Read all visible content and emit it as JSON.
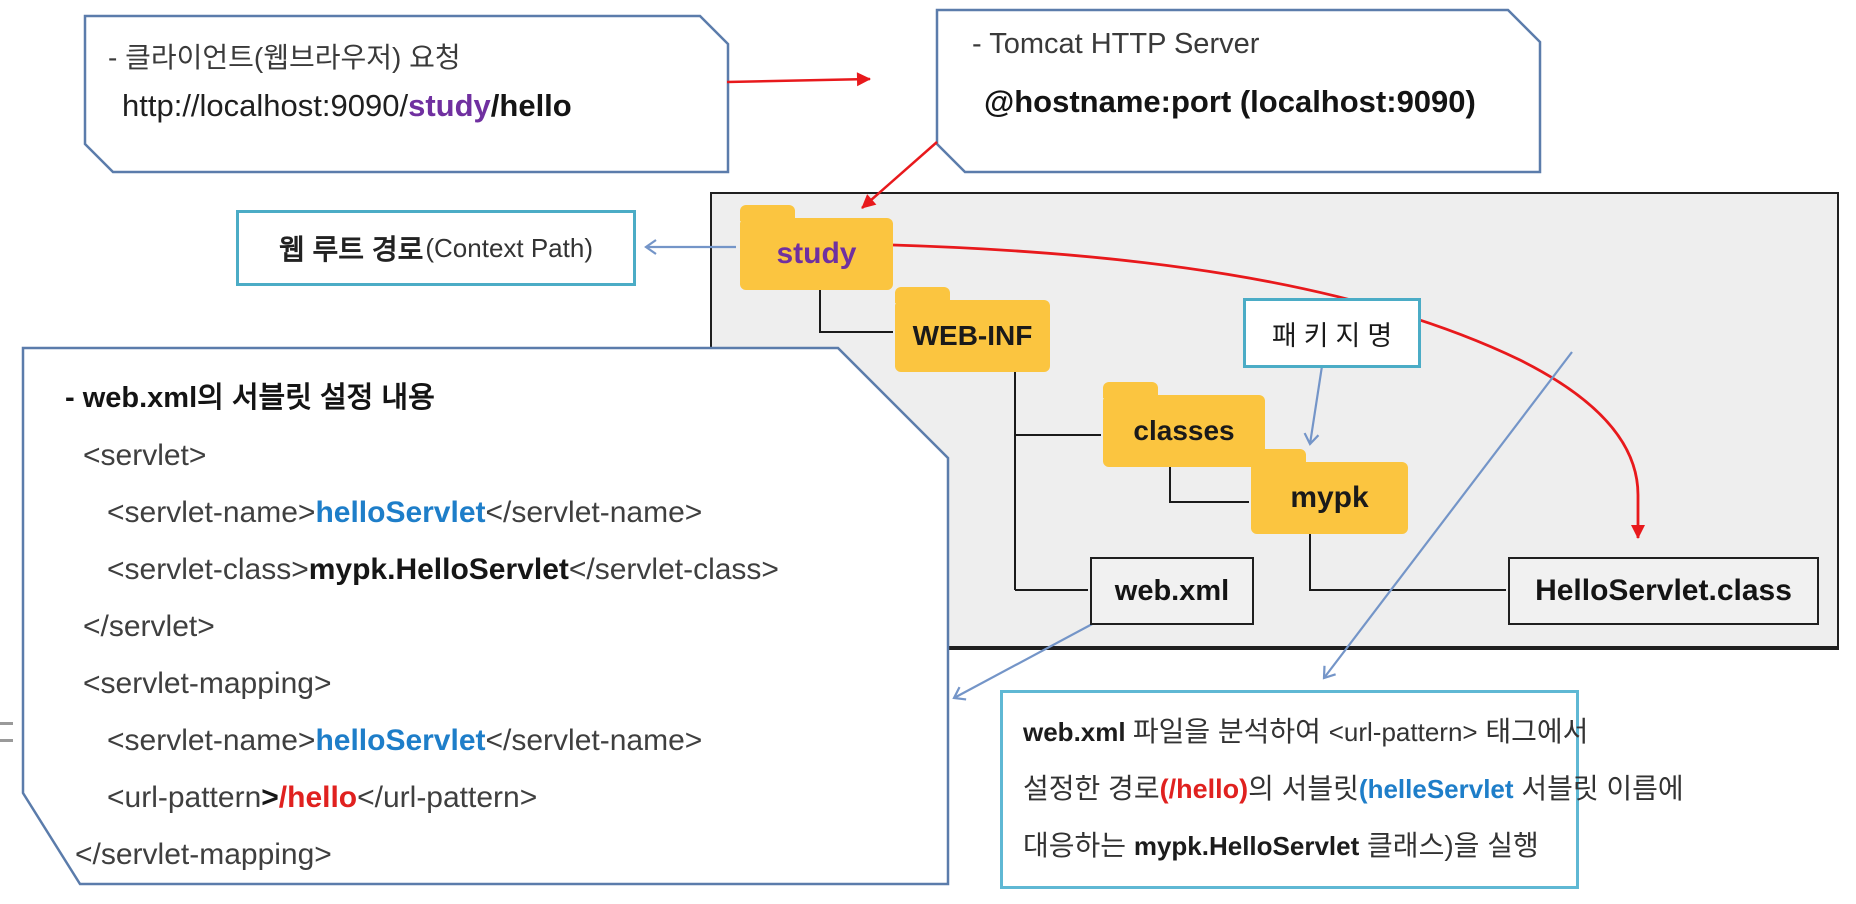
{
  "client_callout": {
    "request_line": "- 클라이언트(웹브라우저)  요청",
    "url_prefix": "http://localhost:9090/",
    "url_context": "study",
    "url_path": "/hello"
  },
  "tomcat_callout": {
    "title": "- Tomcat  HTTP  Server",
    "address": "@hostname:port  (localhost:9090)"
  },
  "context_path_label": {
    "korean": "웹 루트 경로",
    "english": "(Context Path)"
  },
  "package_label": "패키지명",
  "folders": {
    "root": "study",
    "webinf": "WEB-INF",
    "classes": "classes",
    "package": "mypk"
  },
  "files": {
    "webxml": "web.xml",
    "servlet_class": "HelloServlet.class"
  },
  "webxml_callout": {
    "title": "- web.xml의 서블릿 설정 내용",
    "servlet_open": "<servlet>",
    "name_open": "<servlet-name>",
    "name_value": "helloServlet",
    "name_close": "</servlet-name>",
    "class_open": "<servlet-class>",
    "class_value": "mypk.HelloServlet",
    "class_close": "</servlet-class>",
    "servlet_close": "</servlet>",
    "mapping_open": "<servlet-mapping>",
    "name2_open": "<servlet-name>",
    "name2_value": "helloServlet",
    "name2_close": "</servlet-name>",
    "url_open": "<url-pattern",
    "url_bracket": ">",
    "url_value": "/hello",
    "url_close": "</url-pattern>",
    "mapping_close": "</servlet-mapping>"
  },
  "explain_box": {
    "l1a": "web.xml ",
    "l1b": "파일을 분석하여 ",
    "l1c": "<url-pattern>",
    "l1d": " 태그에서",
    "l2a": "설정한 경로",
    "l2b": "(/hello)",
    "l2c": "의 서블릿",
    "l2d": "(helleServlet",
    "l2e": " 서블릿 이름에",
    "l3a": "대응하는 ",
    "l3b": "mypk.HelloServlet",
    "l3c": " 클래스)을 실행"
  },
  "colors": {
    "folder_yellow": "#fbc540",
    "context_purple": "#7030a0",
    "arrow_red": "#e8191c",
    "arrow_blue": "#7495c8",
    "callout_border_blue": "#5b7cab",
    "teal_border": "#4bacc6",
    "code_blue_text": "#1e7ec9",
    "code_red_text": "#e0211f"
  }
}
